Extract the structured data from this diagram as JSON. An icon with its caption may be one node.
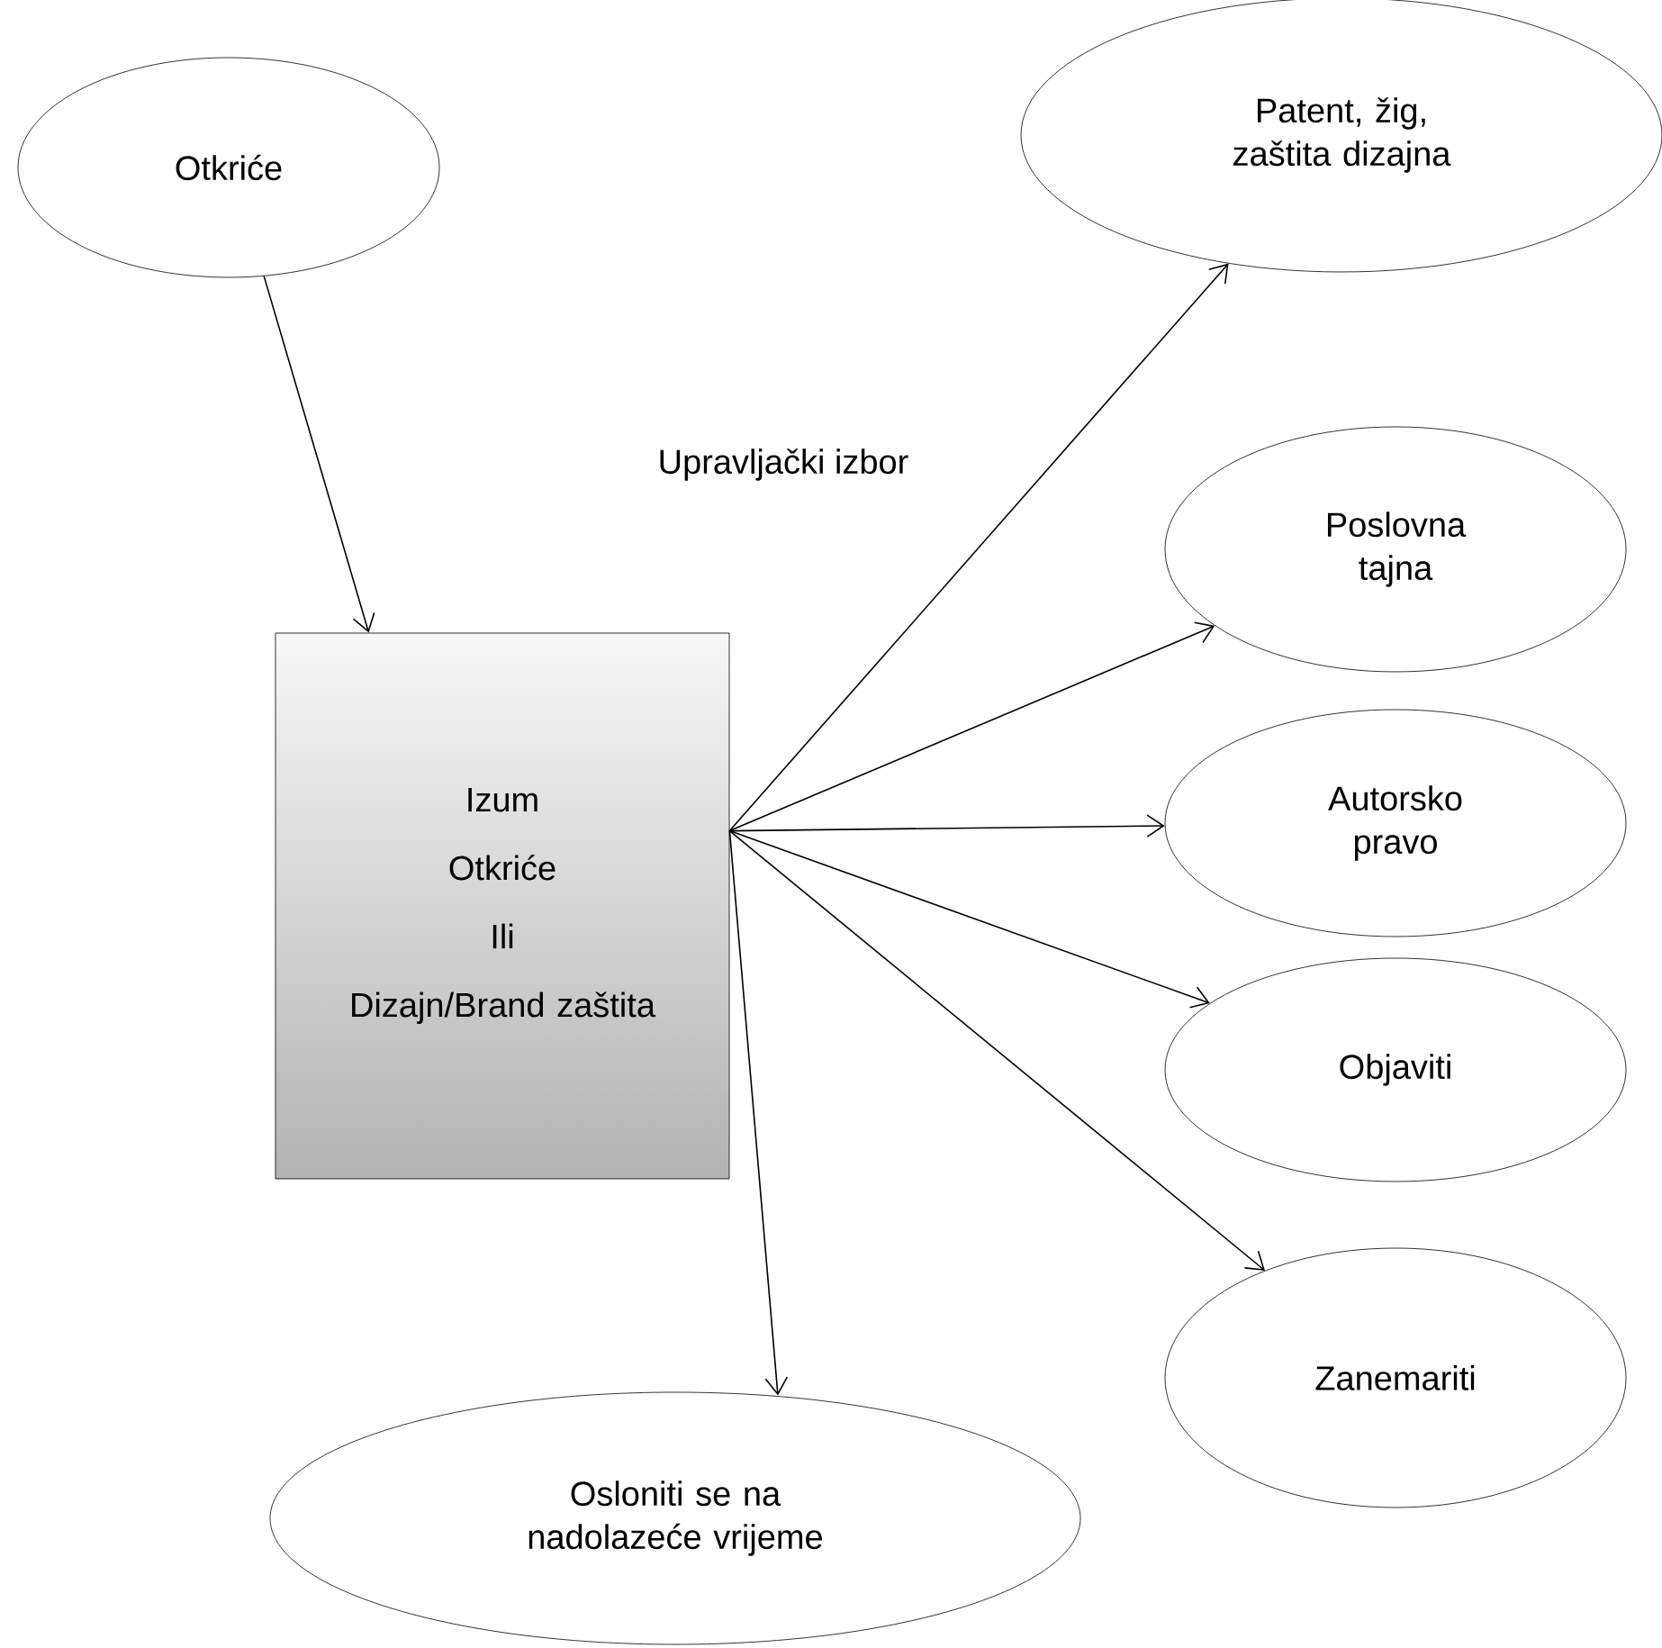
{
  "diagram": {
    "nodes": [
      {
        "text": [
          "Otkriće"
        ]
      },
      {
        "text": [
          "Izum",
          "Otkriće",
          "Ili",
          "Dizajn/Brand zaštita"
        ]
      },
      {
        "text": [
          "Patent, žig, zaštita dizajna"
        ]
      },
      {
        "text": [
          "Poslovna tajna"
        ]
      },
      {
        "text": [
          "Autorsko pravo"
        ]
      },
      {
        "text": [
          "Objaviti"
        ]
      },
      {
        "text": [
          "Zanemariti"
        ]
      },
      {
        "text": [
          "Osloniti se na nadolazeće vrijeme"
        ]
      }
    ],
    "edges": [
      {
        "from": 0,
        "to": 1,
        "arrow": "to"
      },
      {
        "from": 1,
        "to": 2,
        "arrow": "to"
      },
      {
        "from": 1,
        "to": 3,
        "arrow": "to"
      },
      {
        "from": 1,
        "to": 4,
        "arrow": "to"
      },
      {
        "from": 1,
        "to": 5,
        "arrow": "to"
      },
      {
        "from": 1,
        "to": 6,
        "arrow": "to"
      },
      {
        "from": 1,
        "to": 7,
        "arrow": "to"
      }
    ],
    "labels": [
      "Upravljački izbor"
    ]
  }
}
